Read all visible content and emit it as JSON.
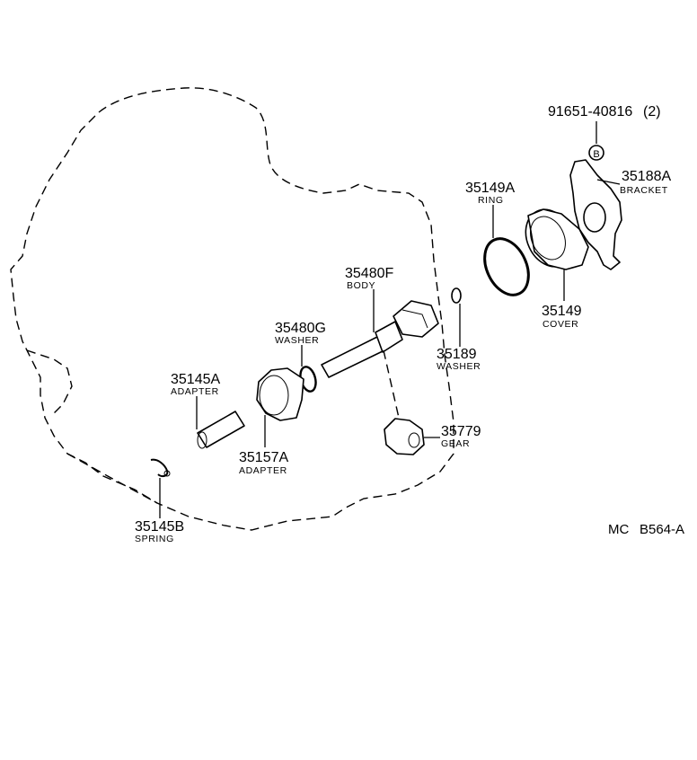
{
  "parts": [
    {
      "id": "91651-40816",
      "qty": "(2)",
      "marker": "B"
    },
    {
      "id": "35188A",
      "name": "BRACKET"
    },
    {
      "id": "35149A",
      "name": "RING"
    },
    {
      "id": "35149",
      "name": "COVER"
    },
    {
      "id": "35480F",
      "name": "BODY"
    },
    {
      "id": "35480G",
      "name": "WASHER"
    },
    {
      "id": "35189",
      "name": "WASHER"
    },
    {
      "id": "35145A",
      "name": "ADAPTER"
    },
    {
      "id": "35157A",
      "name": "ADAPTER"
    },
    {
      "id": "35779",
      "name": "GEAR"
    },
    {
      "id": "35145B",
      "name": "SPRING"
    }
  ],
  "reference": {
    "left": "MC",
    "right": "B564-A"
  }
}
